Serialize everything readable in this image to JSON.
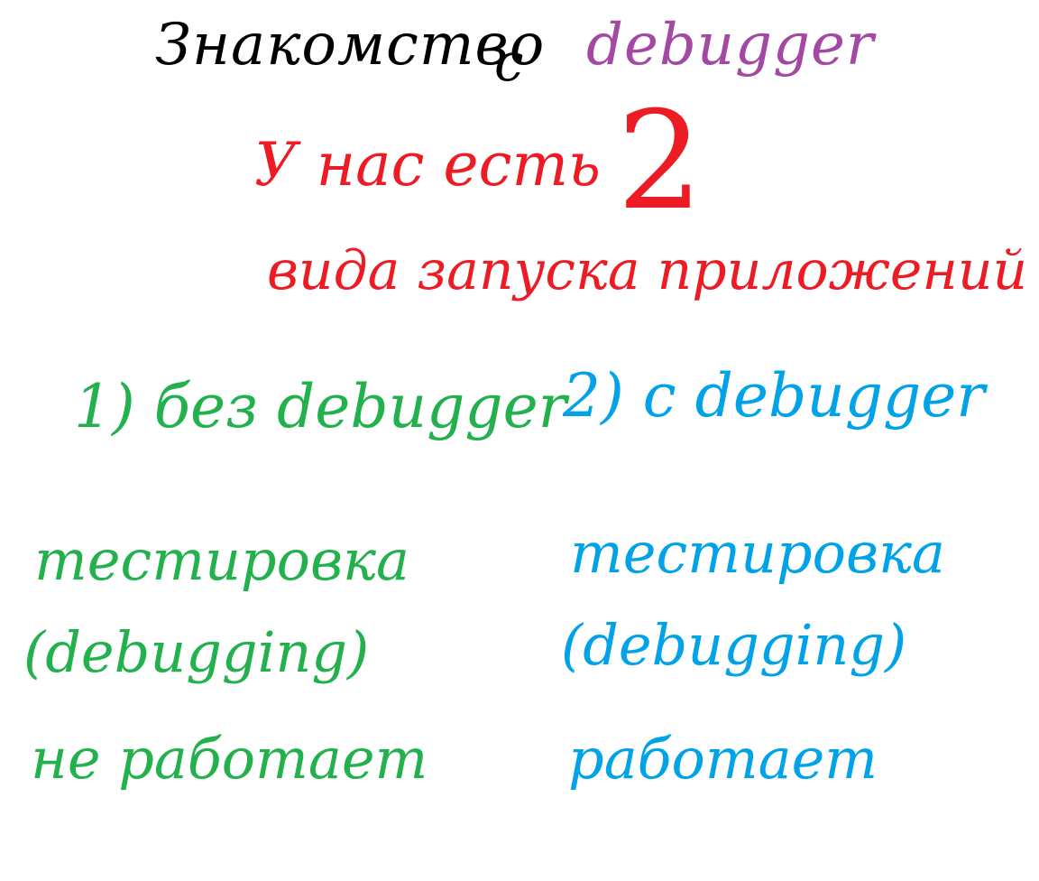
{
  "colors": {
    "title": "#000000",
    "title_accent": "#a349a4",
    "subtitle": "#ed1c24",
    "left_column": "#22b14c",
    "right_column": "#00a2e8",
    "background": "#ffffff"
  },
  "title": {
    "main": "Знакомство",
    "preposition": "с",
    "word": "debugger"
  },
  "subtitle": {
    "line1": "У нас есть",
    "number": "2",
    "line2": "вида запуска приложений"
  },
  "left_column": {
    "heading": "1) без debugger",
    "lines": [
      "тестировка",
      "(debugging)",
      "не работает"
    ]
  },
  "right_column": {
    "heading": "2) с debugger",
    "lines": [
      "тестировка",
      "(debugging)",
      "работает"
    ]
  }
}
